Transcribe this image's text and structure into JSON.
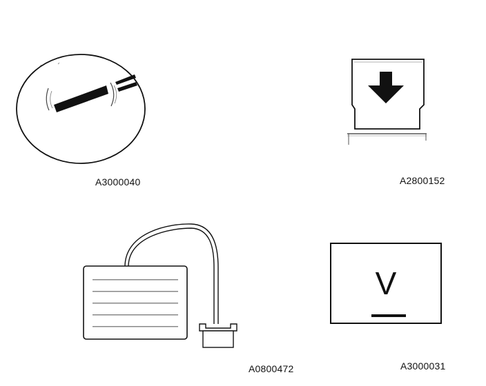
{
  "figures": [
    {
      "id": "card-in-slot",
      "caption": "A3000040"
    },
    {
      "id": "insert-card-arrow",
      "caption": "A2800152"
    },
    {
      "id": "keypad-with-cable",
      "caption": "A0800472"
    },
    {
      "id": "function-key-v",
      "caption": "A3000031",
      "symbol": "V"
    }
  ],
  "colors": {
    "ink": "#111111",
    "paper": "#ffffff"
  }
}
